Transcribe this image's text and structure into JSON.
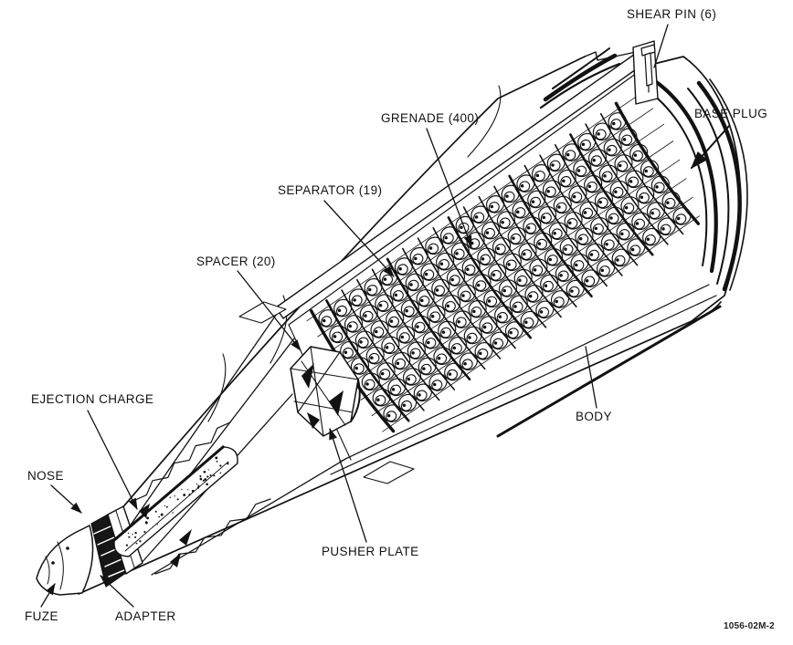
{
  "figure": {
    "type": "technical-cutaway-diagram",
    "subject": "Cargo projectile cutaway showing grenade payload",
    "background": "#ffffff",
    "ink": "#121212",
    "drawing_number": "1056-02M-2"
  },
  "callouts": {
    "shear_pin": "SHEAR PIN (6)",
    "grenade": "GRENADE (400)",
    "base_plug": "BASE PLUG",
    "separator": "SEPARATOR (19)",
    "spacer": "SPACER (20)",
    "ejection_charge": "EJECTION CHARGE",
    "nose": "NOSE",
    "body": "BODY",
    "pusher_plate": "PUSHER PLATE",
    "fuze": "FUZE",
    "adapter": "ADAPTER"
  }
}
